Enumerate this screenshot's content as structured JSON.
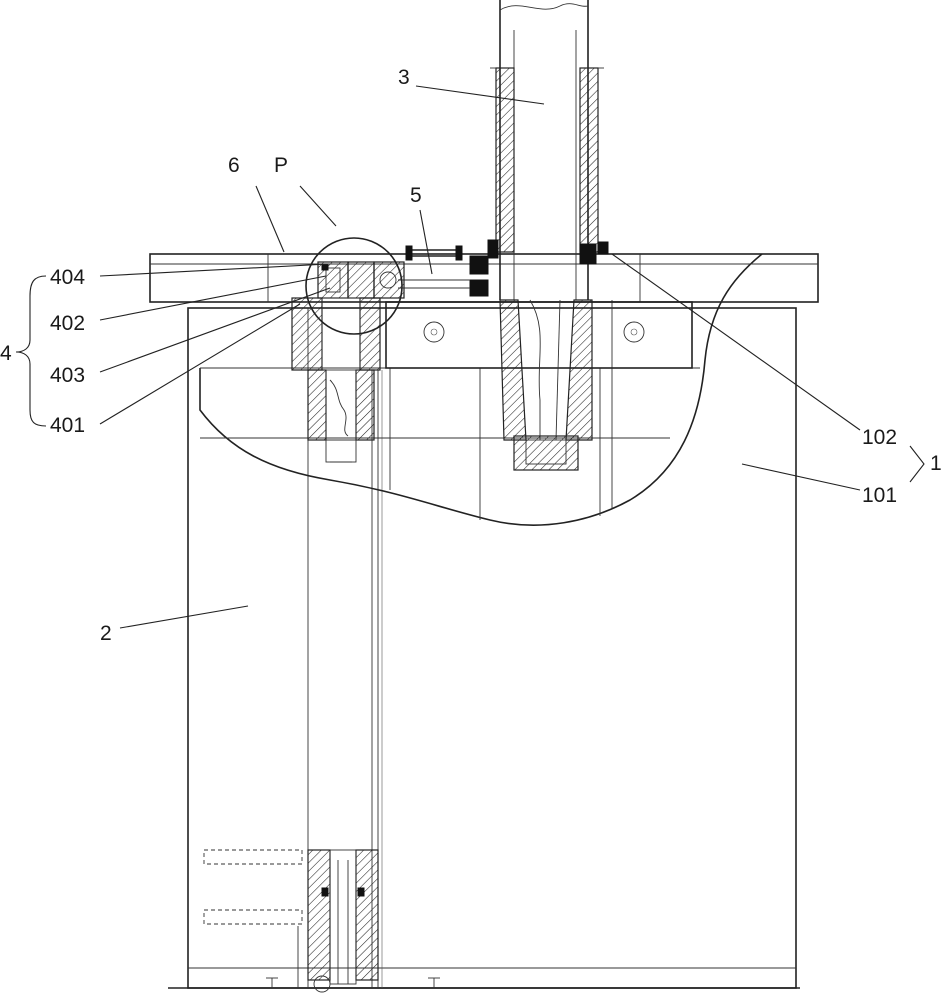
{
  "labels": {
    "l3": "3",
    "l6": "6",
    "lP": "P",
    "l5": "5",
    "l404": "404",
    "l402": "402",
    "l4": "4",
    "l403": "403",
    "l401": "401",
    "l102": "102",
    "l101": "101",
    "l1": "1",
    "l2": "2"
  }
}
